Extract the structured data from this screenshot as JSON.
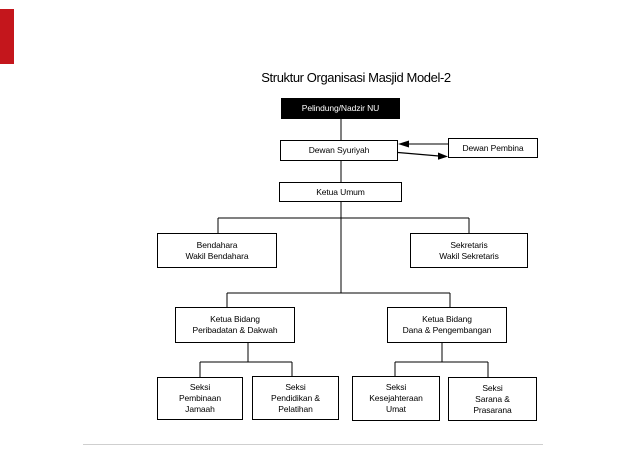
{
  "slide": {
    "title": "Struktur Organisasi Masjid Model-2"
  },
  "colors": {
    "accent_bar": "#c4161c",
    "box_border": "#000000",
    "root_box_bg": "#000000",
    "root_box_text": "#ffffff",
    "connector": "#000000",
    "footer_divider": "#cfcfcf"
  },
  "nodes": {
    "pelindung": {
      "label": "Pelindung/Nadzir NU"
    },
    "dewan_syuriyah": {
      "label": "Dewan Syuriyah"
    },
    "dewan_pembina": {
      "label": "Dewan Pembina"
    },
    "ketua_umum": {
      "label": "Ketua Umum"
    },
    "bendahara": {
      "lines": [
        "Bendahara",
        "Wakil Bendahara"
      ]
    },
    "sekretaris": {
      "lines": [
        "Sekretaris",
        "Wakil Sekretaris"
      ]
    },
    "bidang_peribadatan": {
      "lines": [
        "Ketua Bidang",
        "Peribadatan & Dakwah"
      ]
    },
    "bidang_dana": {
      "lines": [
        "Ketua Bidang",
        "Dana & Pengembangan"
      ]
    },
    "seksi_pembinaan": {
      "lines": [
        "Seksi",
        "Pembinaan",
        "Jamaah"
      ]
    },
    "seksi_pendidikan": {
      "lines": [
        "Seksi",
        "Pendidikan &",
        "Pelatihan"
      ]
    },
    "seksi_kesejahteraan": {
      "lines": [
        "Seksi",
        "Kesejahteraan",
        "Umat"
      ]
    },
    "seksi_sarana": {
      "lines": [
        "Seksi",
        "Sarana &",
        "Prasarana"
      ]
    }
  }
}
